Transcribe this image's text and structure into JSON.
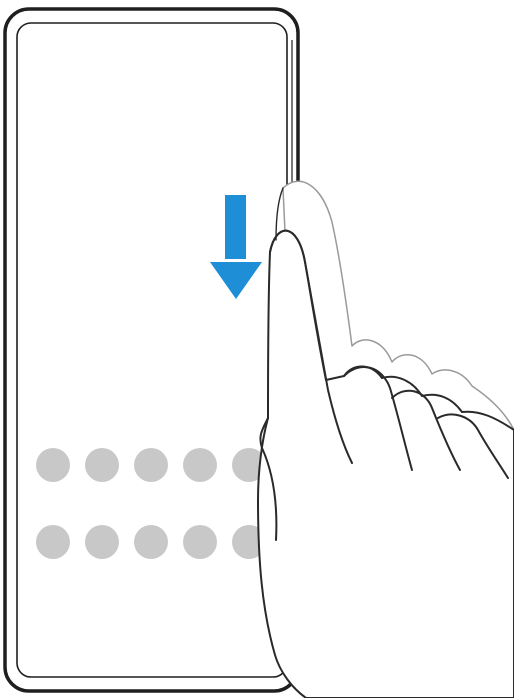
{
  "colors": {
    "background": "#ffffff",
    "phone_outline": "#1f1f1f",
    "screen_fill": "#ffffff",
    "arrow": "#1e8fd6",
    "app_dot": "#c8c8c8",
    "hand_outline": "#2a2a2a",
    "hand_ghost_outline": "#9a9a9a",
    "hand_fill": "#ffffff"
  },
  "icons": {
    "gesture_arrow": "arrow-down-icon",
    "app_icon": "app-icon-placeholder"
  },
  "app_grid": {
    "rows": 2,
    "columns": 5
  }
}
